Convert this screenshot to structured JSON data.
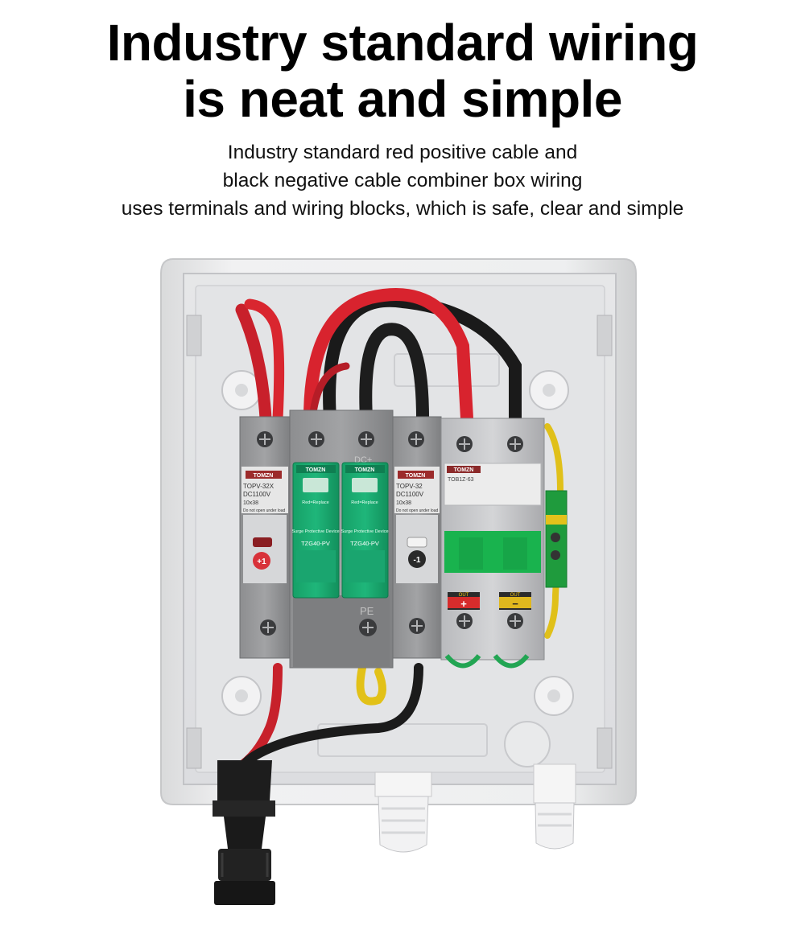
{
  "headline": {
    "line1": "Industry standard wiring",
    "line2": "is neat and simple"
  },
  "description": {
    "line1": "Industry standard red positive cable and",
    "line2": "black negative cable combiner box wiring",
    "line3": "uses terminals and wiring blocks, which is safe, clear and simple"
  },
  "photo": {
    "fuse_left": {
      "brand": "TOMZN",
      "model": "TOPV-32X",
      "rating": "DC1100V",
      "size": "10x38",
      "warning": "Do not open under load",
      "badge": "+1"
    },
    "fuse_right": {
      "brand": "TOMZN",
      "model": "TOPV-32",
      "rating": "DC1100V",
      "size": "10x38",
      "warning": "Do not open under load",
      "badge": "-1"
    },
    "spd_left": {
      "brand": "TOMZN",
      "replace": "Red=Replace",
      "type": "Surge Protective Device",
      "model": "TZG40-PV"
    },
    "spd_right": {
      "brand": "TOMZN",
      "replace": "Red=Replace",
      "type": "Surge Protective Device",
      "model": "TZG40-PV"
    },
    "spd_base_label": "PE",
    "spd_top_label": "DC+",
    "breaker": {
      "brand": "TOMZN",
      "model": "TOB1Z-63",
      "out_plus": "OUT",
      "out_minus": "OUT",
      "plus": "+",
      "minus": "−"
    }
  }
}
